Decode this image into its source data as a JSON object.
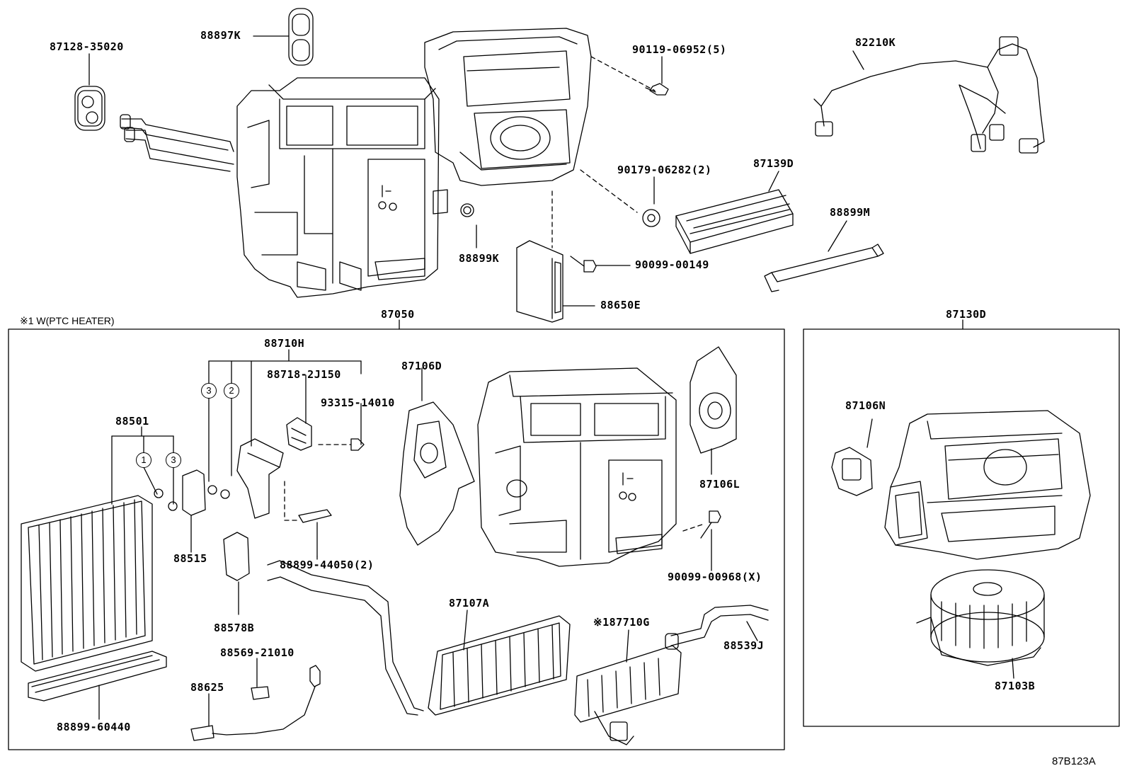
{
  "diagram": {
    "figure_code": "87B123A",
    "note": "※1 W(PTC HEATER)",
    "assemblies": {
      "main_unit": "87050",
      "blower_unit": "87130D"
    },
    "part_labels": {
      "p87128_35020": "87128-35020",
      "p88897K": "88897K",
      "p90119_06952": "90119-06952(5)",
      "p82210K": "82210K",
      "p90179_06282": "90179-06282(2)",
      "p87139D": "87139D",
      "p88899M": "88899M",
      "p88899K": "88899K",
      "p90099_00149": "90099-00149",
      "p88650E": "88650E",
      "p88710H": "88710H",
      "p88718_2J150": "88718-2J150",
      "p93315_14010": "93315-14010",
      "p87106D": "87106D",
      "p88501": "88501",
      "p87106L": "87106L",
      "p88515": "88515",
      "p88899_44050": "88899-44050(2)",
      "p90099_00968": "90099-00968(X)",
      "p87107A": "87107A",
      "p88578B": "88578B",
      "p87710G": "※187710G",
      "p88539J": "88539J",
      "p88569_21010": "88569-21010",
      "p88625": "88625",
      "p88899_60440": "88899-60440",
      "p87106N": "87106N",
      "p87103B": "87103B"
    },
    "callouts": {
      "c1": "1",
      "c2": "2",
      "c3a": "3",
      "c3b": "3"
    }
  }
}
